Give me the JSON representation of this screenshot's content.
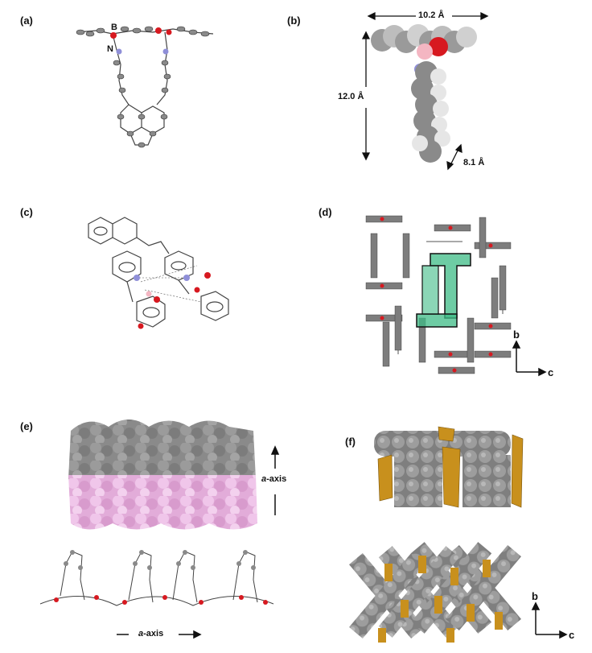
{
  "panels": {
    "a": {
      "label": "(a)",
      "atom_b": "B",
      "atom_n": "N"
    },
    "b": {
      "label": "(b)",
      "width": "10.2 Å",
      "height": "12.0 Å",
      "depth": "8.1 Å"
    },
    "c": {
      "label": "(c)"
    },
    "d": {
      "label": "(d)",
      "axis_b": "b",
      "axis_c": "c"
    },
    "e": {
      "label": "(e)",
      "axis_vertical_italic": "a",
      "axis_vertical_suffix": "-axis",
      "axis_horizontal_italic": "a",
      "axis_horizontal_suffix": "-axis"
    },
    "f": {
      "label": "(f)",
      "axis_b": "b",
      "axis_c": "c"
    }
  },
  "colors": {
    "carbon": "#7d7d7d",
    "hydrogen": "#d9d9d9",
    "boron": "#f4b6c2",
    "oxygen": "#d71920",
    "nitrogen": "#8f8fd8",
    "highlight": "#3dbb86",
    "layer_pink": "#e9b7e0",
    "void": "#c8901d"
  }
}
